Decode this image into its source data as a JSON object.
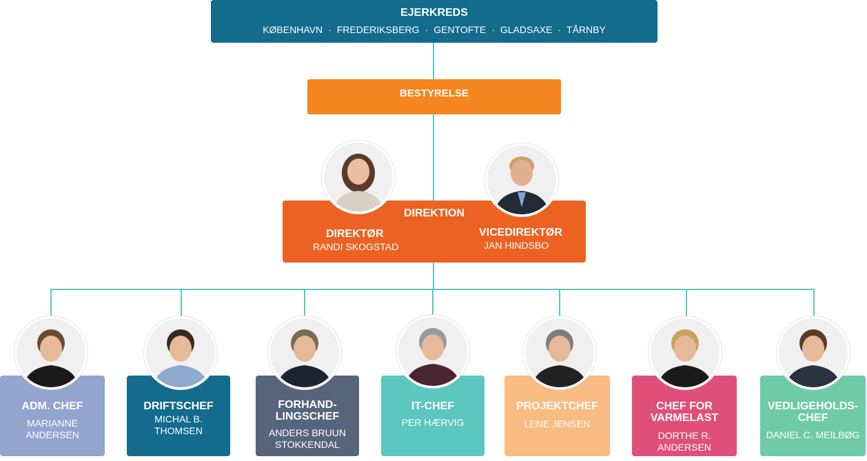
{
  "colors": {
    "connector": "#5cc6c0",
    "owners": "#136b8e",
    "board": "#f5861f",
    "management": "#ec6222"
  },
  "owners": {
    "title": "EJERKREDS",
    "cities": [
      "KØBENHAVN",
      "FREDERIKSBERG",
      "GENTOFTE",
      "GLADSAXE",
      "TÅRNBY"
    ],
    "separator": "·"
  },
  "board": {
    "title": "BESTYRELSE"
  },
  "management": {
    "title": "DIREKTION",
    "director": {
      "role": "DIREKTØR",
      "name": "RANDI SKOGSTAD",
      "avatar_icon": "person-photo-icon"
    },
    "vice": {
      "role": "VICEDIREKTØR",
      "name": "JAN HINDSBO",
      "avatar_icon": "person-photo-icon"
    }
  },
  "departments": [
    {
      "title": [
        "ADM. CHEF"
      ],
      "name": [
        "MARIANNE",
        "ANDERSEN"
      ],
      "color": "#93a4cf",
      "name_color": "#ffffff",
      "hair": "#6b4a33",
      "shirt": "#1a1a1a"
    },
    {
      "title": [
        "DRIFTSCHEF"
      ],
      "name": [
        "MICHAL B.",
        "THOMSEN"
      ],
      "color": "#136b8e",
      "name_color": "#ffffff",
      "hair": "#3a2a20",
      "shirt": "#8fa9cf"
    },
    {
      "title": [
        "FORHAND-",
        "LINGSCHEF"
      ],
      "name": [
        "ANDERS BRUUN",
        "STOKKENDAL"
      ],
      "color": "#56657c",
      "name_color": "#ffffff",
      "hair": "#7a6a5a",
      "shirt": "#1c2633"
    },
    {
      "title": [
        "IT-CHEF"
      ],
      "name": [
        "PER HÆRVIG"
      ],
      "color": "#5cc6c0",
      "name_color": "#ffffff",
      "hair": "#9a9a9a",
      "shirt": "#4a2430"
    },
    {
      "title": [
        "PROJEKTCHEF"
      ],
      "name": [
        "LENE JENSEN"
      ],
      "color": "#f8bb82",
      "name_color": "#ffffff",
      "hair": "#7d7d7d",
      "shirt": "#222222"
    },
    {
      "title": [
        "CHEF FOR",
        "VARMELAST"
      ],
      "name": [
        "DORTHE R.",
        "ANDERSEN"
      ],
      "color": "#e04f7a",
      "name_color": "#ffffff",
      "hair": "#c9a25e",
      "shirt": "#1b1b1b"
    },
    {
      "title": [
        "VEDLIGEHOLDS-",
        "CHEF"
      ],
      "name": [
        "DANIEL C. MEILBØG"
      ],
      "color": "#6fcaa8",
      "name_color": "#ffffff",
      "hair": "#5a3d28",
      "shirt": "#2a3340"
    }
  ]
}
